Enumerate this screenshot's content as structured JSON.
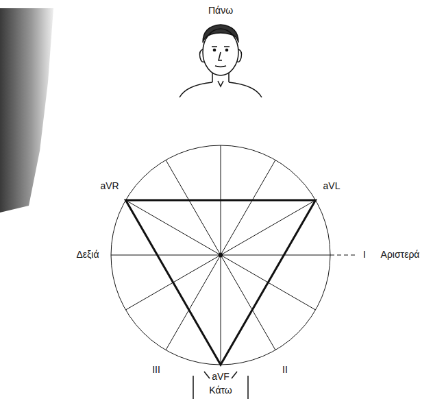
{
  "diagram": {
    "labels": [
      "Πάνω",
      "aVR",
      "aVL",
      "Δεξιά",
      "I",
      "Αριστερά",
      "III",
      "II",
      "aVF",
      "Κάτω"
    ]
  }
}
